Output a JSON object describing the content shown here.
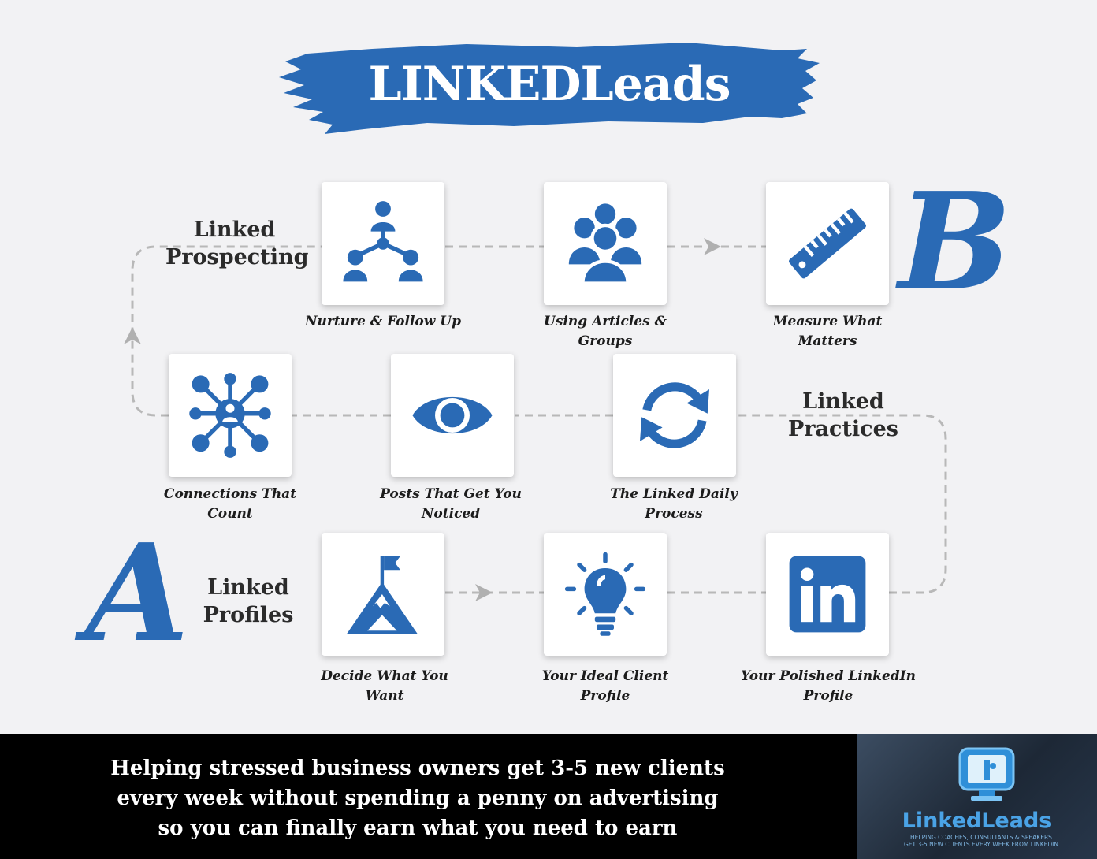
{
  "title": "LINKEDLeads",
  "sections": {
    "a_letter": "A",
    "a_label": "Linked Profiles",
    "b_letter": "B",
    "b_label": "Linked Practices",
    "prospecting_label": "Linked Prospecting"
  },
  "steps": [
    {
      "icon": "mountain-flag-icon",
      "caption": "Decide What You Want"
    },
    {
      "icon": "lightbulb-icon",
      "caption": "Your Ideal Client Profile"
    },
    {
      "icon": "linkedin-icon",
      "caption": "Your Polished LinkedIn Profile"
    },
    {
      "icon": "refresh-icon",
      "caption": "The Linked Daily Process"
    },
    {
      "icon": "eye-icon",
      "caption": "Posts That Get You Noticed"
    },
    {
      "icon": "network-icon",
      "caption": "Connections That Count"
    },
    {
      "icon": "org-chart-icon",
      "caption": "Nurture & Follow Up"
    },
    {
      "icon": "group-icon",
      "caption": "Using Articles & Groups"
    },
    {
      "icon": "ruler-icon",
      "caption": "Measure What Matters"
    }
  ],
  "footer": {
    "line1": "Helping stressed business owners get 3-5 new clients",
    "line2": "every week without spending a penny on advertising",
    "line3": "so you can finally earn what you need to earn"
  },
  "logo": {
    "name": "LinkedLeads",
    "tagline_1": "HELPING COACHES, CONSULTANTS & SPEAKERS",
    "tagline_2": "GET 3-5 NEW CLIENTS EVERY WEEK FROM LINKEDIN"
  },
  "colors": {
    "brand_blue": "#2a6ab5",
    "connector_gray": "#b5b5b5",
    "footer_black": "#000000"
  }
}
